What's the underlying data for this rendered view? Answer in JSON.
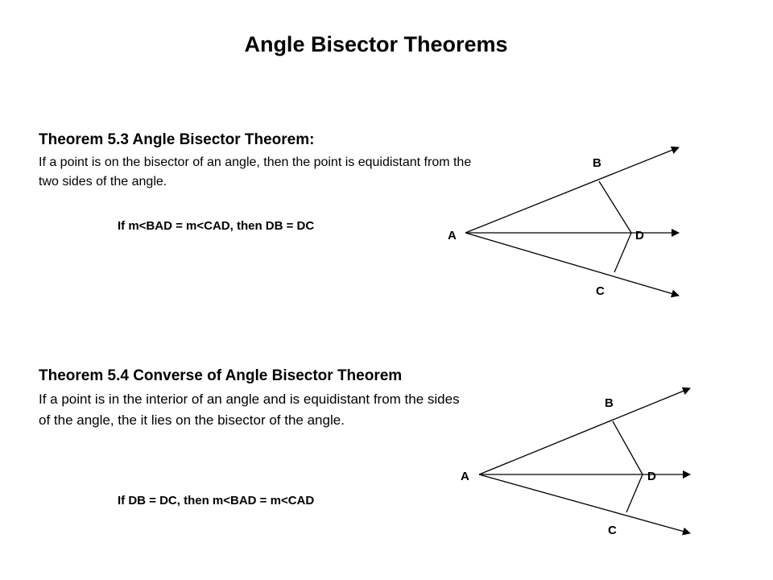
{
  "title": "Angle Bisector Theorems",
  "theorem1": {
    "heading": "Theorem 5.3 Angle Bisector Theorem:",
    "body": "If a point is on the bisector of an angle, then the point  is equidistant from the two sides of the angle.",
    "statement": "If m<BAD = m<CAD, then DB = DC",
    "labels": {
      "a": "A",
      "b": "B",
      "c": "C",
      "d": "D"
    }
  },
  "theorem2": {
    "heading": "Theorem 5.4 Converse of Angle Bisector Theorem",
    "body": "If a point is in the interior of an angle and is equidistant from the sides of the angle, the it lies on the bisector of the angle.",
    "statement": "If DB = DC, then m<BAD = m<CAD",
    "labels": {
      "a": "A",
      "b": "B",
      "c": "C",
      "d": "D"
    }
  }
}
